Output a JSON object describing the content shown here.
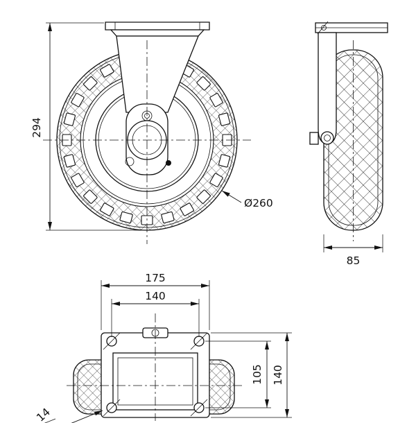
{
  "colors": {
    "line": "#111111",
    "background": "#ffffff"
  },
  "views": {
    "front": {
      "height": "294",
      "diameter": "Ø260"
    },
    "side": {
      "width": "85"
    },
    "plan": {
      "plate_length": "175",
      "hole_spacing_length": "140",
      "hole_spacing_width": "105",
      "plate_width": "140",
      "partial": "14"
    }
  }
}
